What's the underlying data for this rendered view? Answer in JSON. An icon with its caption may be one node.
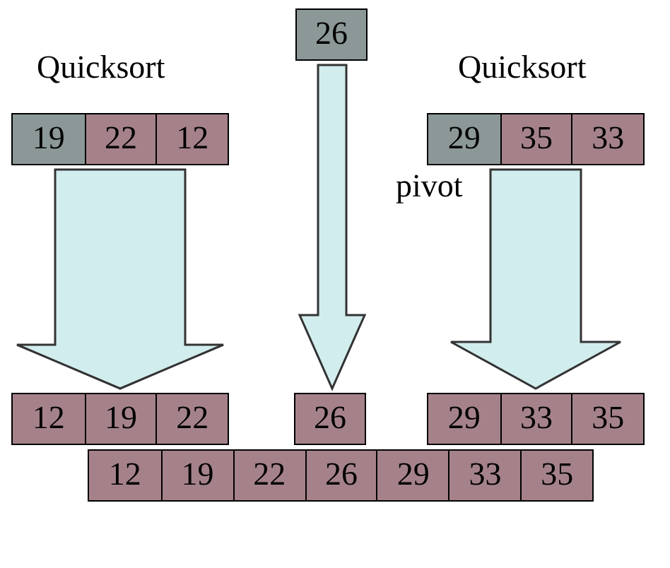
{
  "diagram": {
    "nodes": [
      {
        "text": [
          "26"
        ]
      },
      {
        "text": [],
        "shape": "box"
      },
      {
        "text": [
          "19"
        ],
        "in": 1
      },
      {
        "text": [
          "22"
        ],
        "in": 1
      },
      {
        "text": [
          "12"
        ],
        "in": 1
      },
      {
        "text": [],
        "shape": "box"
      },
      {
        "text": [
          "29"
        ],
        "in": 5
      },
      {
        "text": [
          "35"
        ],
        "in": 5
      },
      {
        "text": [
          "33"
        ],
        "in": 5
      },
      {
        "text": [],
        "shape": "box"
      },
      {
        "text": [
          "12"
        ],
        "in": 9
      },
      {
        "text": [
          "19"
        ],
        "in": 9
      },
      {
        "text": [
          "22"
        ],
        "in": 9
      },
      {
        "text": [
          "26"
        ]
      },
      {
        "text": [],
        "shape": "box"
      },
      {
        "text": [
          "29"
        ],
        "in": 14
      },
      {
        "text": [
          "33"
        ],
        "in": 14
      },
      {
        "text": [
          "35"
        ],
        "in": 14
      },
      {
        "text": [],
        "shape": "box"
      },
      {
        "text": [
          "12"
        ],
        "in": 18
      },
      {
        "text": [
          "19"
        ],
        "in": 18
      },
      {
        "text": [
          "22"
        ],
        "in": 18
      },
      {
        "text": [
          "26"
        ],
        "in": 18
      },
      {
        "text": [
          "29"
        ],
        "in": 18
      },
      {
        "text": [
          "33"
        ],
        "in": 18
      },
      {
        "text": [
          "35"
        ],
        "in": 18
      }
    ],
    "edges": [
      {
        "from": 1,
        "to": 9,
        "arrow": "to",
        "style": "thick"
      },
      {
        "from": 0,
        "to": 13,
        "arrow": "to",
        "style": "thick"
      },
      {
        "from": 5,
        "to": 14,
        "arrow": "to",
        "style": "thick"
      }
    ],
    "labels": [
      "Quicksort",
      "Quicksort",
      "pivot"
    ]
  }
}
